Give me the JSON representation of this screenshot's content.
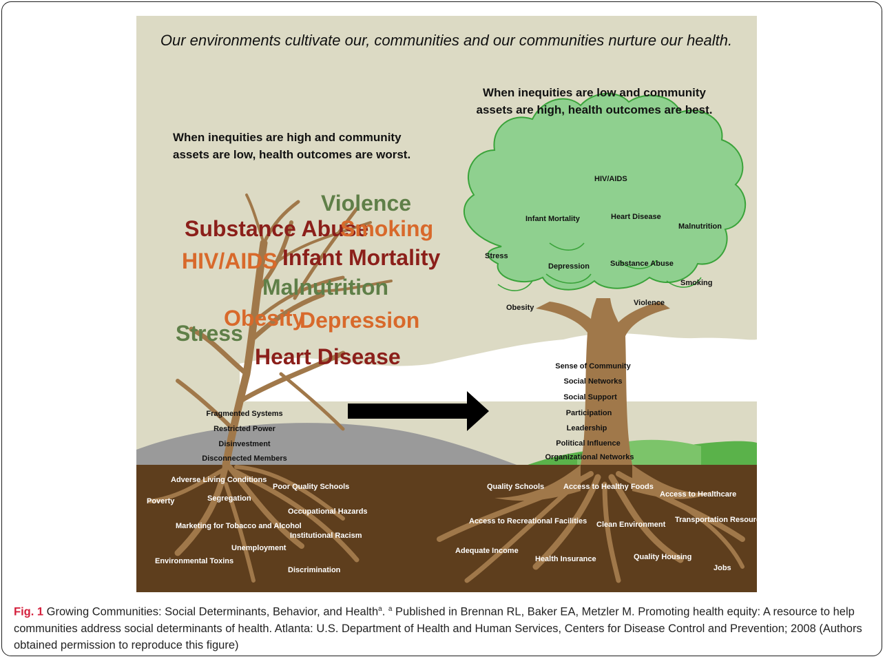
{
  "figure": {
    "title": "Our environments cultivate our, communities and our communities nurture our health.",
    "left_heading": [
      "When inequities are high and community",
      "assets are low, health outcomes are worst."
    ],
    "right_heading": [
      "When inequities are low and community",
      "assets are high, health outcomes are best."
    ],
    "left_outcomes": [
      {
        "text": "Violence",
        "color": "#5f7f48"
      },
      {
        "text": "Substance Abuse",
        "color": "#8b1f1a"
      },
      {
        "text": "Smoking",
        "color": "#d8692b"
      },
      {
        "text": "HIV/AIDS",
        "color": "#d8692b"
      },
      {
        "text": "Infant Mortality",
        "color": "#8b1f1a"
      },
      {
        "text": "Malnutrition",
        "color": "#5f7f48"
      },
      {
        "text": "Stress",
        "color": "#5f7f48"
      },
      {
        "text": "Obesity",
        "color": "#d8692b"
      },
      {
        "text": "Depression",
        "color": "#d8692b"
      },
      {
        "text": "Heart Disease",
        "color": "#8b1f1a"
      }
    ],
    "left_trunk": [
      "Fragmented Systems",
      "Restricted Power",
      "Disinvestment",
      "Disconnected Members"
    ],
    "left_roots": [
      "Adverse Living Conditions",
      "Poor Quality Schools",
      "Poverty",
      "Segregation",
      "Occupational Hazards",
      "Marketing for Tobacco and Alcohol",
      "Institutional Racism",
      "Unemployment",
      "Environmental Toxins",
      "Discrimination"
    ],
    "right_canopy": [
      "HIV/AIDS",
      "Infant Mortality",
      "Heart Disease",
      "Malnutrition",
      "Stress",
      "Depression",
      "Substance Abuse",
      "Smoking",
      "Obesity",
      "Violence"
    ],
    "right_trunk": [
      "Sense of Community",
      "Social Networks",
      "Social Support",
      "Participation",
      "Leadership",
      "Political Influence",
      "Organizational Networks"
    ],
    "right_roots": [
      "Quality Schools",
      "Access to Healthy Foods",
      "Access to Healthcare",
      "Access to Recreational Facilities",
      "Clean Environment",
      "Transportation Resources",
      "Adequate Income",
      "Health Insurance",
      "Quality Housing",
      "Jobs"
    ],
    "colors": {
      "sky": "#dcdac4",
      "soil": "#5e3e1d",
      "trunk": "#a0784a",
      "canopy": "#8fd08f",
      "canopy_outline": "#3aa33a",
      "hill_gray": "#9a9a9a",
      "hill_green": "#5ab24a",
      "arrow": "#000000"
    }
  },
  "caption": {
    "label": "Fig. 1",
    "text1": " Growing Communities: Social Determinants, Behavior, and Health",
    "sup1": "a",
    "text2": ". ",
    "sup2": "a",
    "text3": " Published in Brennan RL, Baker EA, Metzler M. Promoting health equity: A resource to help communities address social determinants of health. Atlanta: U.S. Department of Health and Human Services, Centers for Disease Control and Prevention; 2008 (Authors obtained permission to reproduce this figure)"
  }
}
